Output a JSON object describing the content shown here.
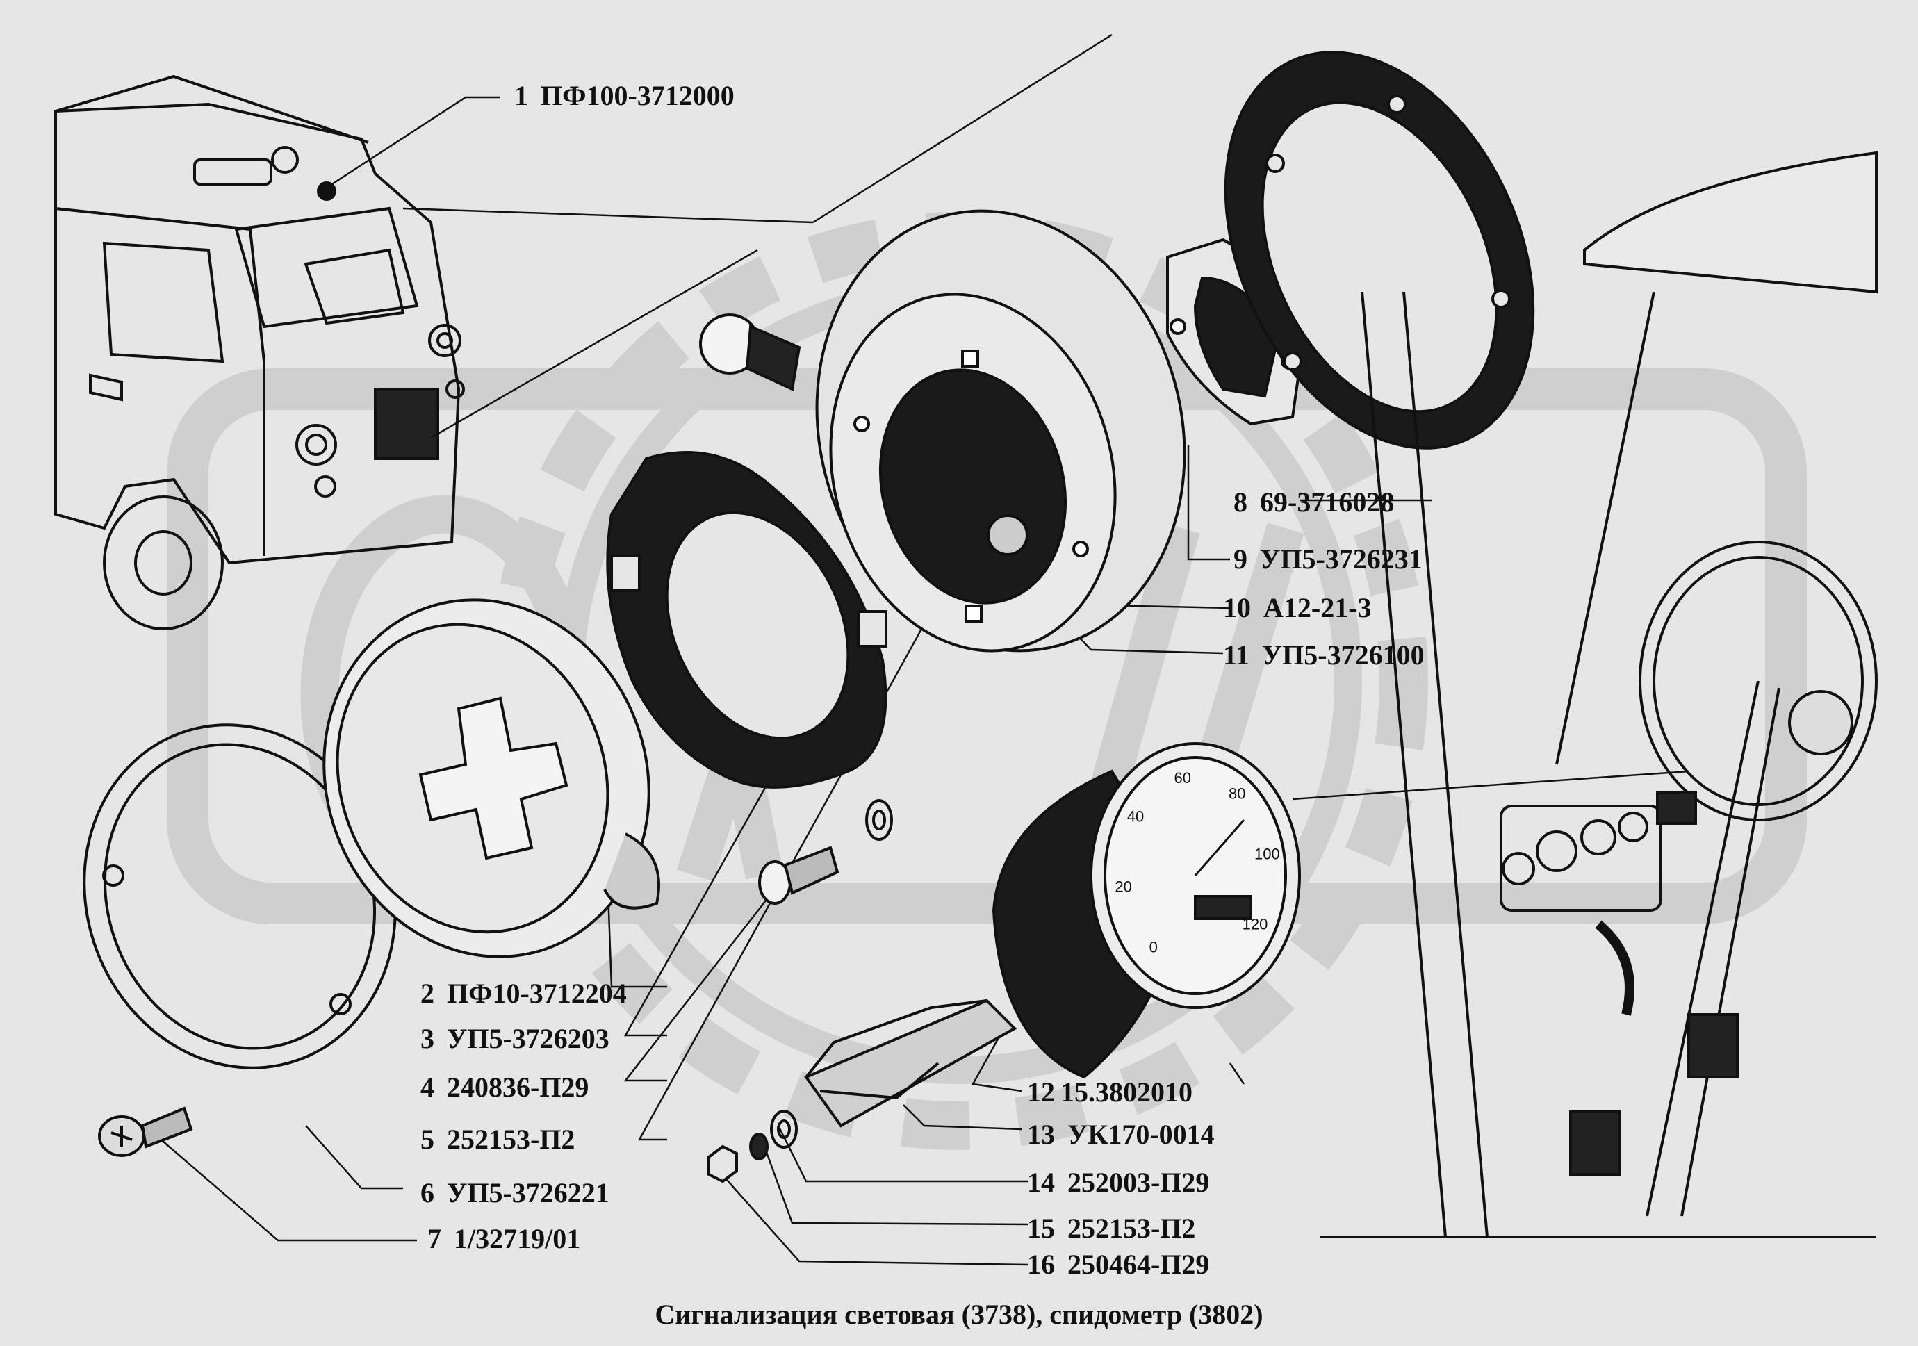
{
  "caption": "Сигнализация световая (3738), спидометр (3802)",
  "parts": [
    {
      "num": "1",
      "code": "ПФ100-3712000"
    },
    {
      "num": "2",
      "code": "ПФ10-3712204"
    },
    {
      "num": "3",
      "code": "УП5-3726203"
    },
    {
      "num": "4",
      "code": "240836-П29"
    },
    {
      "num": "5",
      "code": "252153-П2"
    },
    {
      "num": "6",
      "code": "УП5-3726221"
    },
    {
      "num": "7",
      "code": "1/32719/01"
    },
    {
      "num": "8",
      "code": "69-3716028"
    },
    {
      "num": "9",
      "code": "УП5-3726231"
    },
    {
      "num": "10",
      "code": "А12-21-3"
    },
    {
      "num": "11",
      "code": "УП5-3726100"
    },
    {
      "num": "12",
      "code": "15.3802010"
    },
    {
      "num": "13",
      "code": "УК170-0014"
    },
    {
      "num": "14",
      "code": "252003-П29"
    },
    {
      "num": "15",
      "code": "252153-П2"
    },
    {
      "num": "16",
      "code": "250464-П29"
    }
  ],
  "speedometer": {
    "ticks": [
      "0",
      "20",
      "40",
      "60",
      "80",
      "100",
      "120"
    ]
  },
  "colors": {
    "background": "#e6e6e6",
    "ink": "#111111",
    "watermark": "#cfcfcf"
  },
  "watermark_icon": "gear-logo-watermark"
}
